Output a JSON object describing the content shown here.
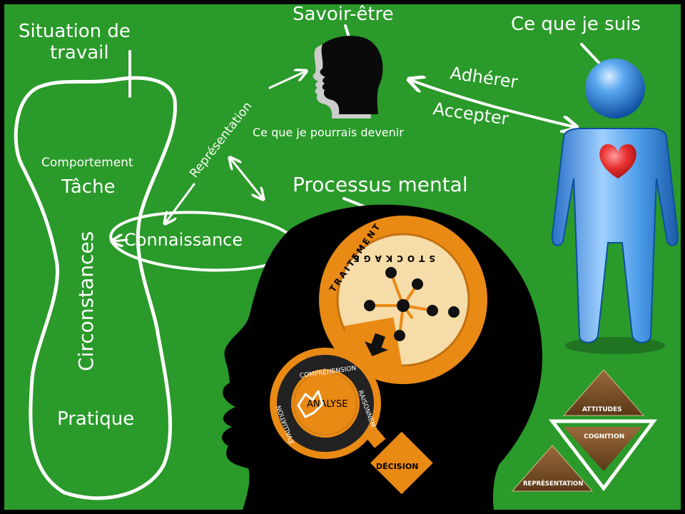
{
  "labels": {
    "situation_line1": "Situation de",
    "situation_line2": "travail",
    "savoir_etre": "Savoir-être",
    "ce_que_je_suis": "Ce que je suis",
    "adherer": "Adhérer",
    "accepter": "Accepter",
    "representation": "Représentation",
    "ce_que_je_pourrais": "Ce que je pourrais devenir",
    "comportement": "Comportement",
    "tache": "Tâche",
    "processus_mental": "Processus mental",
    "circonstances": "Circonstances",
    "connaissance": "Connaissance",
    "pratique": "Pratique"
  },
  "mental_process": {
    "traitement": "TRAITEMENT",
    "stockage": "STOCKAGE",
    "comprehension": "COMPRÉHENSION",
    "raisonnement": "RAISONNEMENT",
    "evaluation": "ÉVALUATION",
    "analyse": "ANALYSE",
    "decision": "DÉCISION"
  },
  "triangles": {
    "attitudes": "ATTITUDES",
    "cognition": "COGNITION",
    "representation": "REPRÉSENTATION"
  },
  "colors": {
    "board": "#2a9a2a",
    "chalk": "#ffffff",
    "orange": "#e98a15",
    "cream": "#f6dca8",
    "figure_blue": "#3a8fe0",
    "heart": "#e03030",
    "triangle_brown": "#7a5230"
  },
  "icons": [
    "head-silhouette-icon",
    "human-figure-icon",
    "heart-icon",
    "sphere-head-icon",
    "decision-diamond-icon"
  ]
}
